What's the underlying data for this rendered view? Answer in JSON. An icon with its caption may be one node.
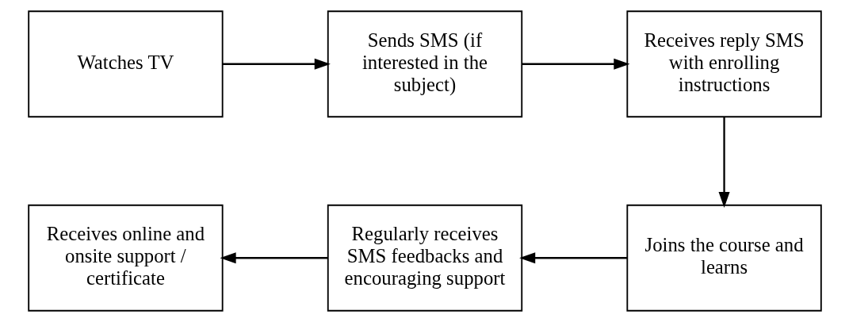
{
  "diagram": {
    "nodes": [
      {
        "text": [
          "Watches TV"
        ]
      },
      {
        "text": [
          "Sends SMS (if interested in the subject)"
        ]
      },
      {
        "text": [
          "Receives reply SMS with enrolling instructions"
        ]
      },
      {
        "text": [
          "Joins the course and learns"
        ]
      },
      {
        "text": [
          "Regularly receives SMS feedbacks and encouraging support"
        ]
      },
      {
        "text": [
          "Receives online and onsite support / certificate"
        ]
      }
    ],
    "edges": [
      {
        "from": 0,
        "to": 1,
        "arrow": "to"
      },
      {
        "from": 1,
        "to": 2,
        "arrow": "to"
      },
      {
        "from": 2,
        "to": 3,
        "arrow": "to"
      },
      {
        "from": 3,
        "to": 4,
        "arrow": "to"
      },
      {
        "from": 4,
        "to": 5,
        "arrow": "to"
      }
    ]
  }
}
